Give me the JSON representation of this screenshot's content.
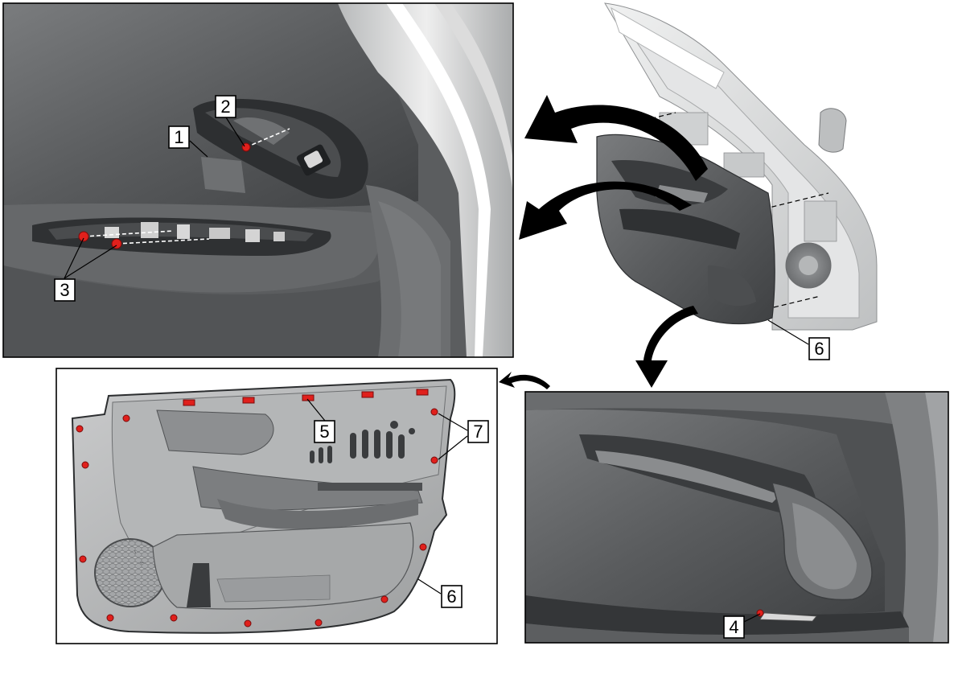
{
  "callouts": {
    "c1": "1",
    "c2": "2",
    "c3": "3",
    "c4": "4",
    "c5": "5",
    "c6_overview": "6",
    "c6_panel": "6",
    "c7": "7"
  },
  "colors": {
    "trim": "#5e6062",
    "trim_dark": "#3d3f41",
    "trim_light": "#8c8e90",
    "door_shell": "#d7d9da",
    "fastener": "#e0201c",
    "arrow": "#000000"
  },
  "icons": {
    "removal_arrow": "curved-arrow-left-icon",
    "downward_arrow": "curved-arrow-down-icon",
    "reference_arrow": "small-curved-arrow-icon"
  }
}
